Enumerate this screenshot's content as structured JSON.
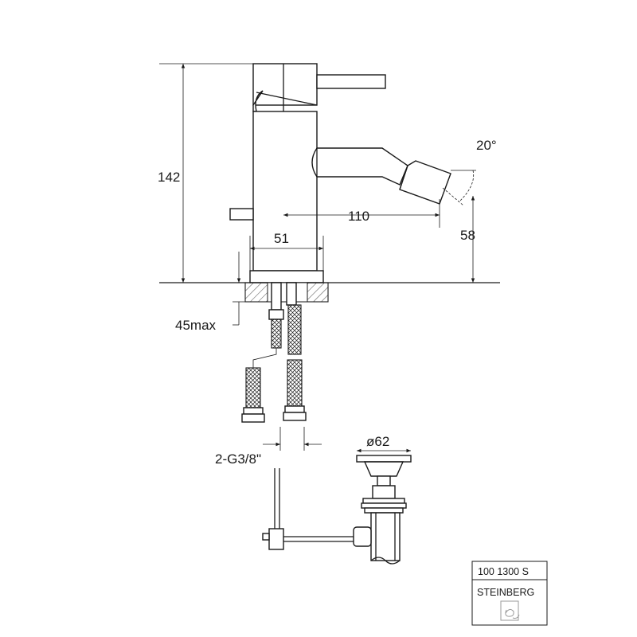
{
  "dimensions": {
    "height_total": "142",
    "spout_angle": "20°",
    "spout_reach": "110",
    "spout_height": "58",
    "body_width": "51",
    "deck_thickness": "45max",
    "connection": "2-G3/8\"",
    "waste_diameter": "ø62"
  },
  "title_block": {
    "code": "100 1300 S",
    "brand": "STEINBERG"
  },
  "colors": {
    "line": "#1a1a1a",
    "logo": "#9a9a9a"
  }
}
